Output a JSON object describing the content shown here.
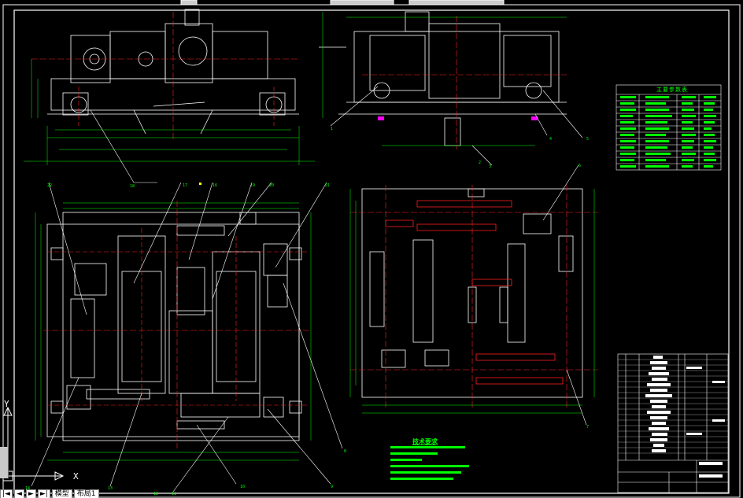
{
  "app": {
    "layout_tabs": [
      {
        "id": "tab-first",
        "label": "|◄"
      },
      {
        "id": "tab-prev",
        "label": "◄"
      },
      {
        "id": "tab-next",
        "label": "►"
      },
      {
        "id": "tab-last",
        "label": "►|"
      },
      {
        "id": "tab-model",
        "label": "模型"
      },
      {
        "id": "tab-layout1",
        "label": "布局1"
      }
    ],
    "ucs": {
      "y_label": "Y",
      "x_label": "X"
    }
  },
  "drawing": {
    "colors": {
      "background": "#000000",
      "geometry": "#ffffff",
      "centerline": "#ff2020",
      "dimension": "#00ff00",
      "accent": "#ff00ff",
      "yellow": "#ffff00"
    },
    "balloons": [
      "18",
      "17",
      "16",
      "19",
      "20",
      "21",
      "1",
      "2",
      "3",
      "4",
      "5",
      "6",
      "7",
      "8",
      "9",
      "10",
      "11",
      "12",
      "13",
      "14",
      "22"
    ],
    "notes_title": "技术要求",
    "spec_table_title": "主要参数表"
  }
}
